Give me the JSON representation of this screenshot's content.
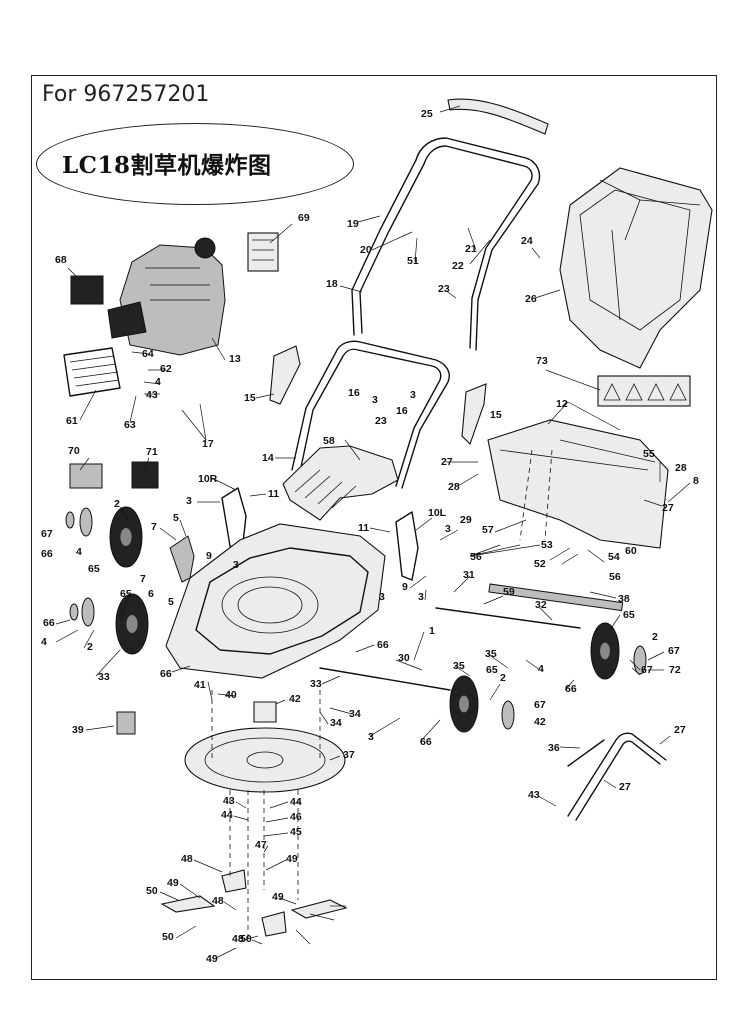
{
  "header": {
    "model_text": "For 967257201",
    "diagram_title": "LC18割草机爆炸图"
  },
  "part_labels": [
    "25",
    "69",
    "68",
    "13",
    "19",
    "20",
    "51",
    "21",
    "22",
    "24",
    "18",
    "23",
    "26",
    "64",
    "62",
    "4",
    "43",
    "63",
    "17",
    "61",
    "15",
    "16",
    "3",
    "16",
    "3",
    "15",
    "73",
    "12",
    "23",
    "14",
    "58",
    "70",
    "71",
    "10R",
    "11",
    "3",
    "2",
    "5",
    "7",
    "9",
    "3",
    "6",
    "7",
    "5",
    "67",
    "66",
    "4",
    "65",
    "27",
    "28",
    "55",
    "28",
    "8",
    "29",
    "27",
    "10L",
    "11",
    "3",
    "57",
    "56",
    "53",
    "52",
    "54",
    "60",
    "56",
    "3",
    "31",
    "59",
    "38",
    "9",
    "3",
    "67",
    "66",
    "4",
    "2",
    "65",
    "33",
    "32",
    "66",
    "1",
    "66",
    "33",
    "30",
    "35",
    "35",
    "4",
    "2",
    "65",
    "66",
    "67",
    "42",
    "41",
    "40",
    "42",
    "34",
    "34",
    "3",
    "2",
    "65",
    "66",
    "67",
    "72",
    "39",
    "37",
    "36",
    "27",
    "27",
    "43",
    "43",
    "44",
    "44",
    "46",
    "45",
    "47",
    "49",
    "48",
    "49",
    "50",
    "48",
    "50",
    "48",
    "49",
    "50",
    "49"
  ]
}
